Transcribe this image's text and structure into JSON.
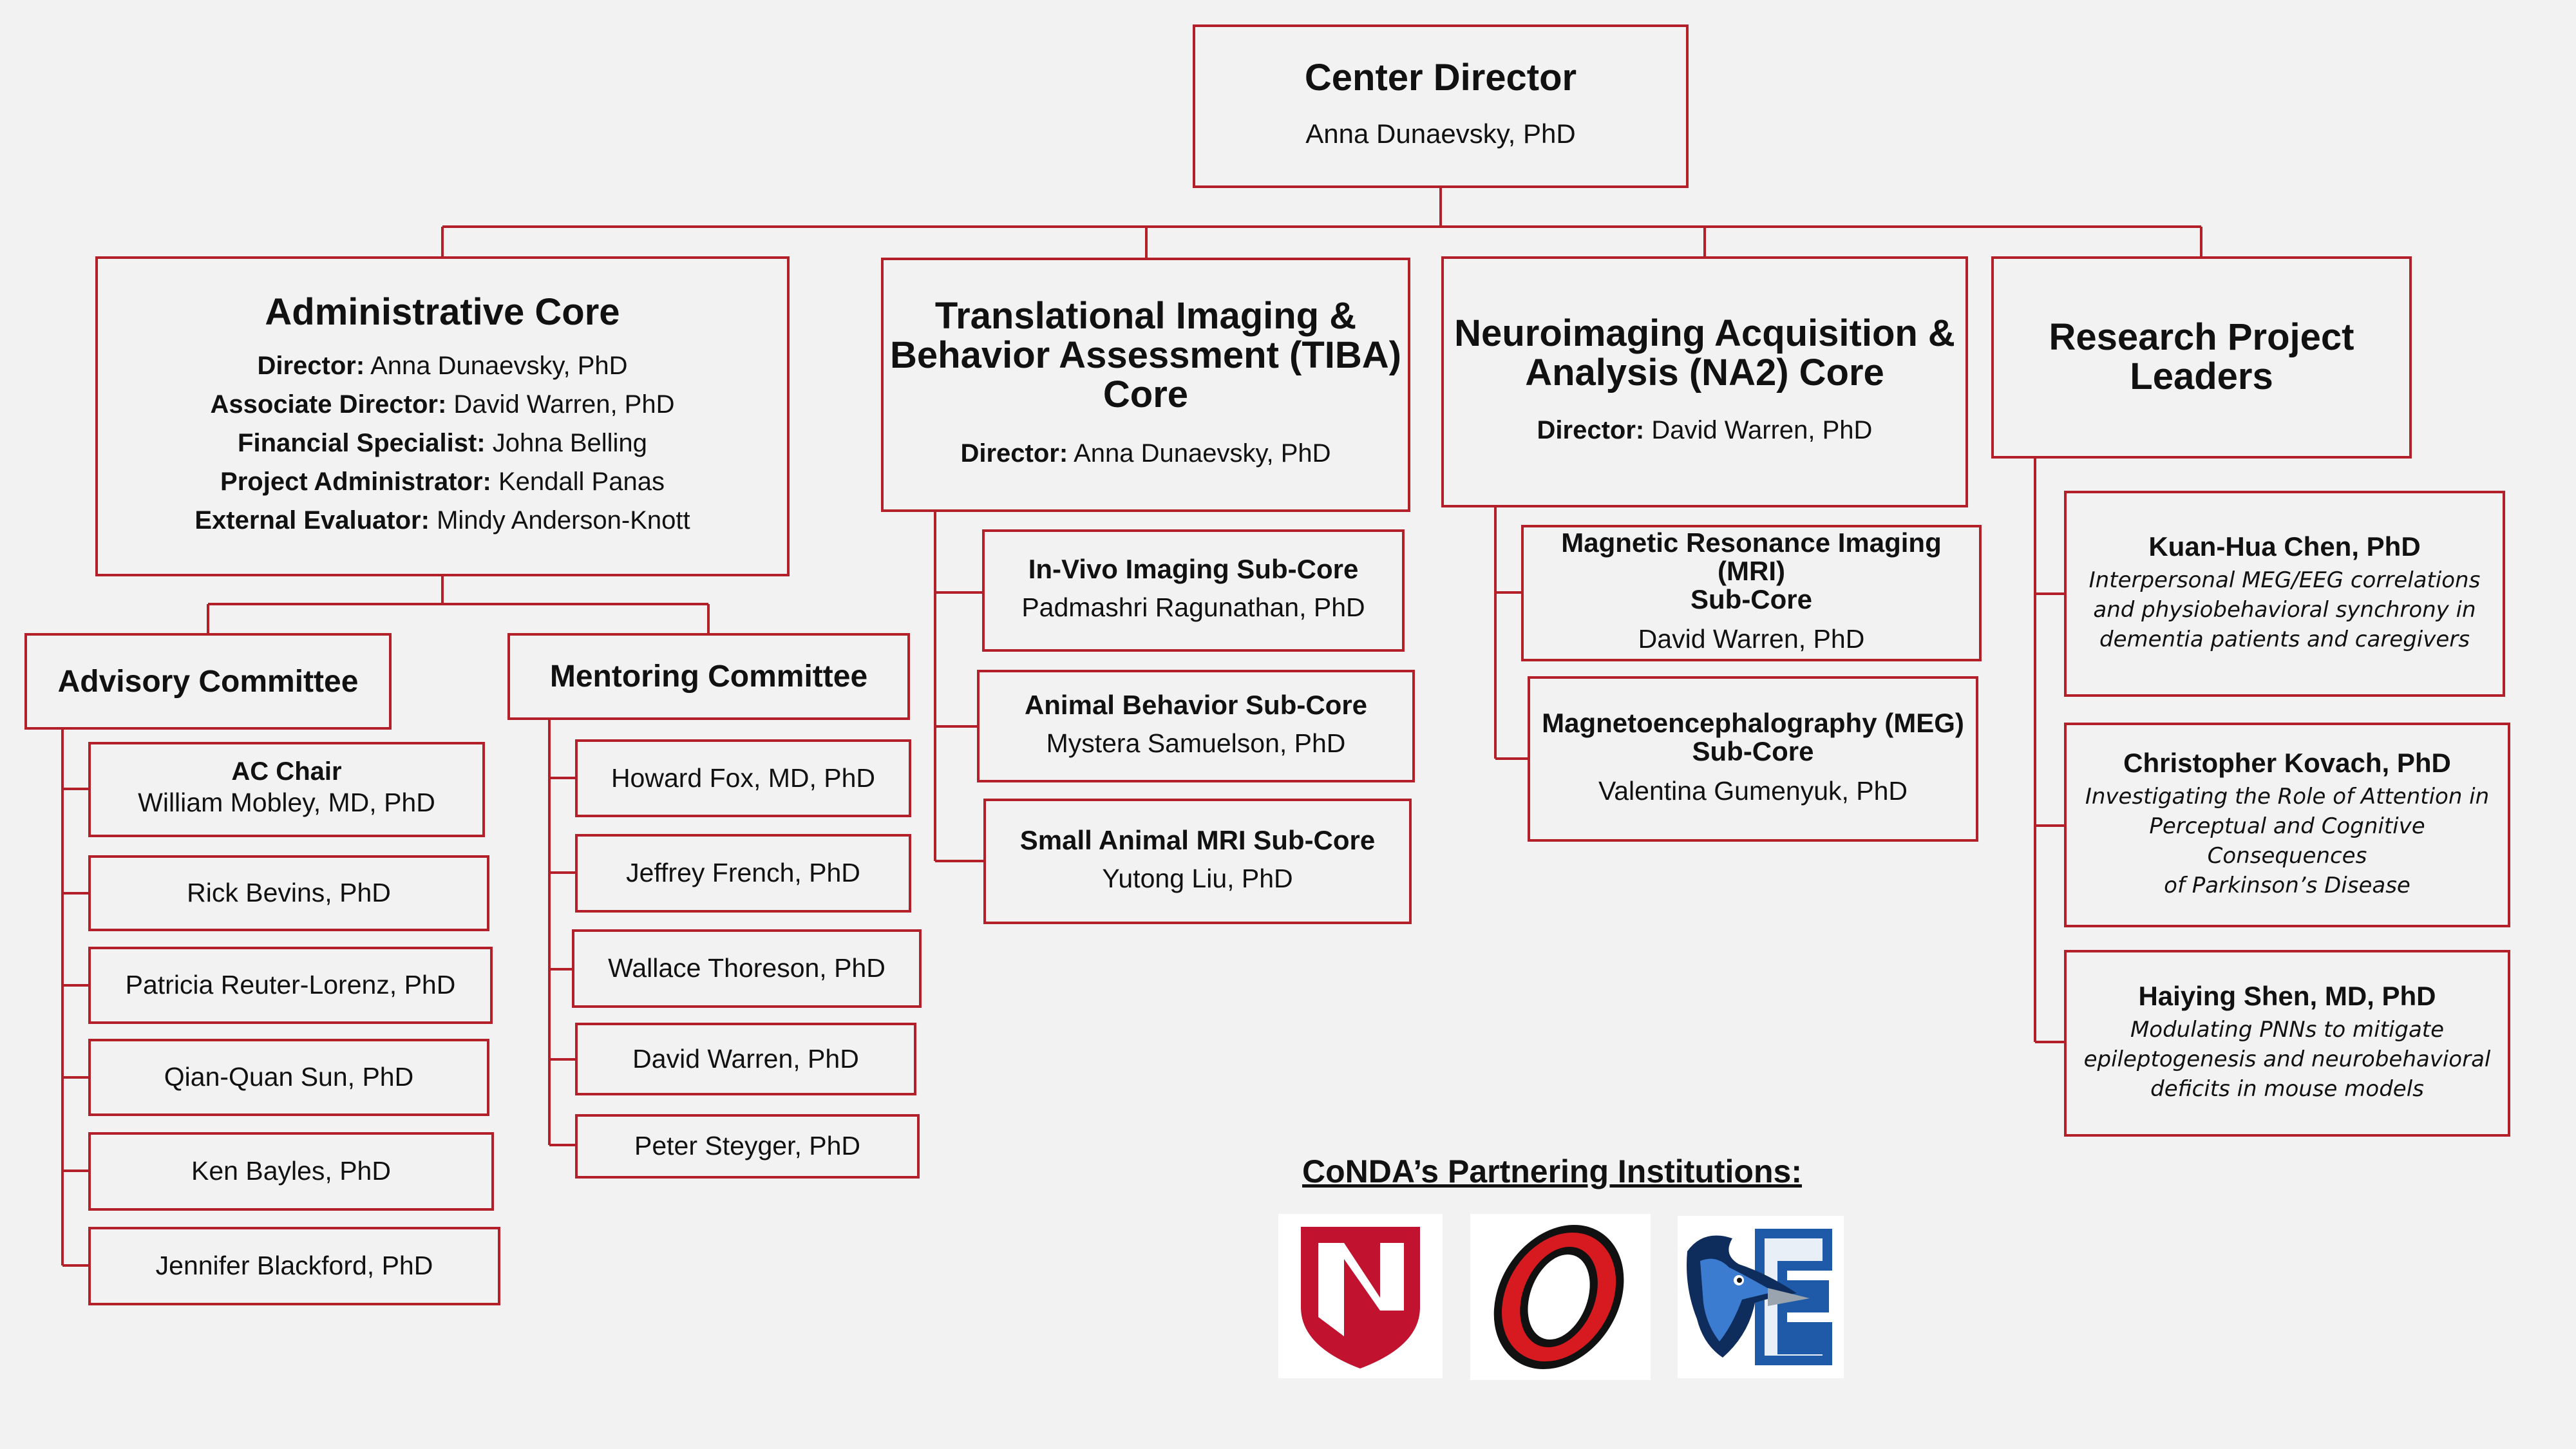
{
  "director": {
    "title": "Center Director",
    "name": "Anna Dunaevsky, PhD"
  },
  "admin": {
    "title": "Administrative Core",
    "roles": [
      {
        "label": "Director:",
        "name": "Anna Dunaevsky, PhD"
      },
      {
        "label": "Associate Director:",
        "name": "David Warren, PhD"
      },
      {
        "label": "Financial Specialist:",
        "name": "Johna Belling"
      },
      {
        "label": "Project Administrator:",
        "name": "Kendall Panas"
      },
      {
        "label": "External Evaluator:",
        "name": "Mindy Anderson-Knott"
      }
    ]
  },
  "tiba": {
    "title_lines": [
      "Translational Imaging &",
      "Behavior Assessment (TIBA)",
      "Core"
    ],
    "role": {
      "label": "Director:",
      "name": "Anna Dunaevsky, PhD"
    },
    "subcores": [
      {
        "title": "In-Vivo Imaging Sub-Core",
        "name": "Padmashri Ragunathan, PhD"
      },
      {
        "title": "Animal Behavior Sub-Core",
        "name": "Mystera Samuelson, PhD"
      },
      {
        "title": "Small Animal MRI Sub-Core",
        "name": "Yutong Liu, PhD"
      }
    ]
  },
  "na2": {
    "title_lines": [
      "Neuroimaging Acquisition &",
      "Analysis (NA2) Core"
    ],
    "role": {
      "label": "Director:",
      "name": "David Warren, PhD"
    },
    "subcores": [
      {
        "title_lines": [
          "Magnetic Resonance Imaging (MRI)",
          "Sub-Core"
        ],
        "name": "David Warren, PhD"
      },
      {
        "title_lines": [
          "Magnetoencephalography (MEG)",
          "Sub-Core"
        ],
        "name": "Valentina Gumenyuk, PhD"
      }
    ]
  },
  "research": {
    "title_lines": [
      "Research Project",
      "Leaders"
    ],
    "leaders": [
      {
        "name": "Kuan-Hua Chen, PhD",
        "project_lines": [
          "Interpersonal MEG/EEG correlations",
          "and physiobehavioral synchrony in",
          "dementia patients and caregivers"
        ]
      },
      {
        "name": "Christopher Kovach, PhD",
        "project_lines": [
          "Investigating the Role of Attention in",
          "Perceptual and Cognitive Consequences",
          "of Parkinson’s Disease"
        ]
      },
      {
        "name": "Haiying Shen, MD, PhD",
        "project_lines": [
          "Modulating PNNs to mitigate",
          "epileptogenesis and neurobehavioral",
          "deficits in mouse models"
        ]
      }
    ]
  },
  "advisory": {
    "title": "Advisory Committee",
    "chair_label": "AC Chair",
    "members": [
      "William Mobley, MD, PhD",
      "Rick Bevins, PhD",
      "Patricia Reuter-Lorenz, PhD",
      "Qian-Quan Sun, PhD",
      "Ken Bayles, PhD",
      "Jennifer Blackford, PhD"
    ]
  },
  "mentoring": {
    "title": "Mentoring Committee",
    "members": [
      "Howard Fox, MD, PhD",
      "Jeffrey French, PhD",
      "Wallace Thoreson, PhD",
      "David Warren, PhD",
      "Peter Steyger, PhD"
    ]
  },
  "partners": {
    "title": "CoNDA’s Partnering Institutions:"
  },
  "colors": {
    "accent": "#b3202a",
    "background": "#f2f2f2",
    "unmc_red": "#c1122f",
    "uno_red": "#d71920",
    "creighton_blue": "#1e5aa8"
  },
  "logos": [
    "unmc-logo",
    "uno-logo",
    "creighton-bluejay-logo"
  ]
}
